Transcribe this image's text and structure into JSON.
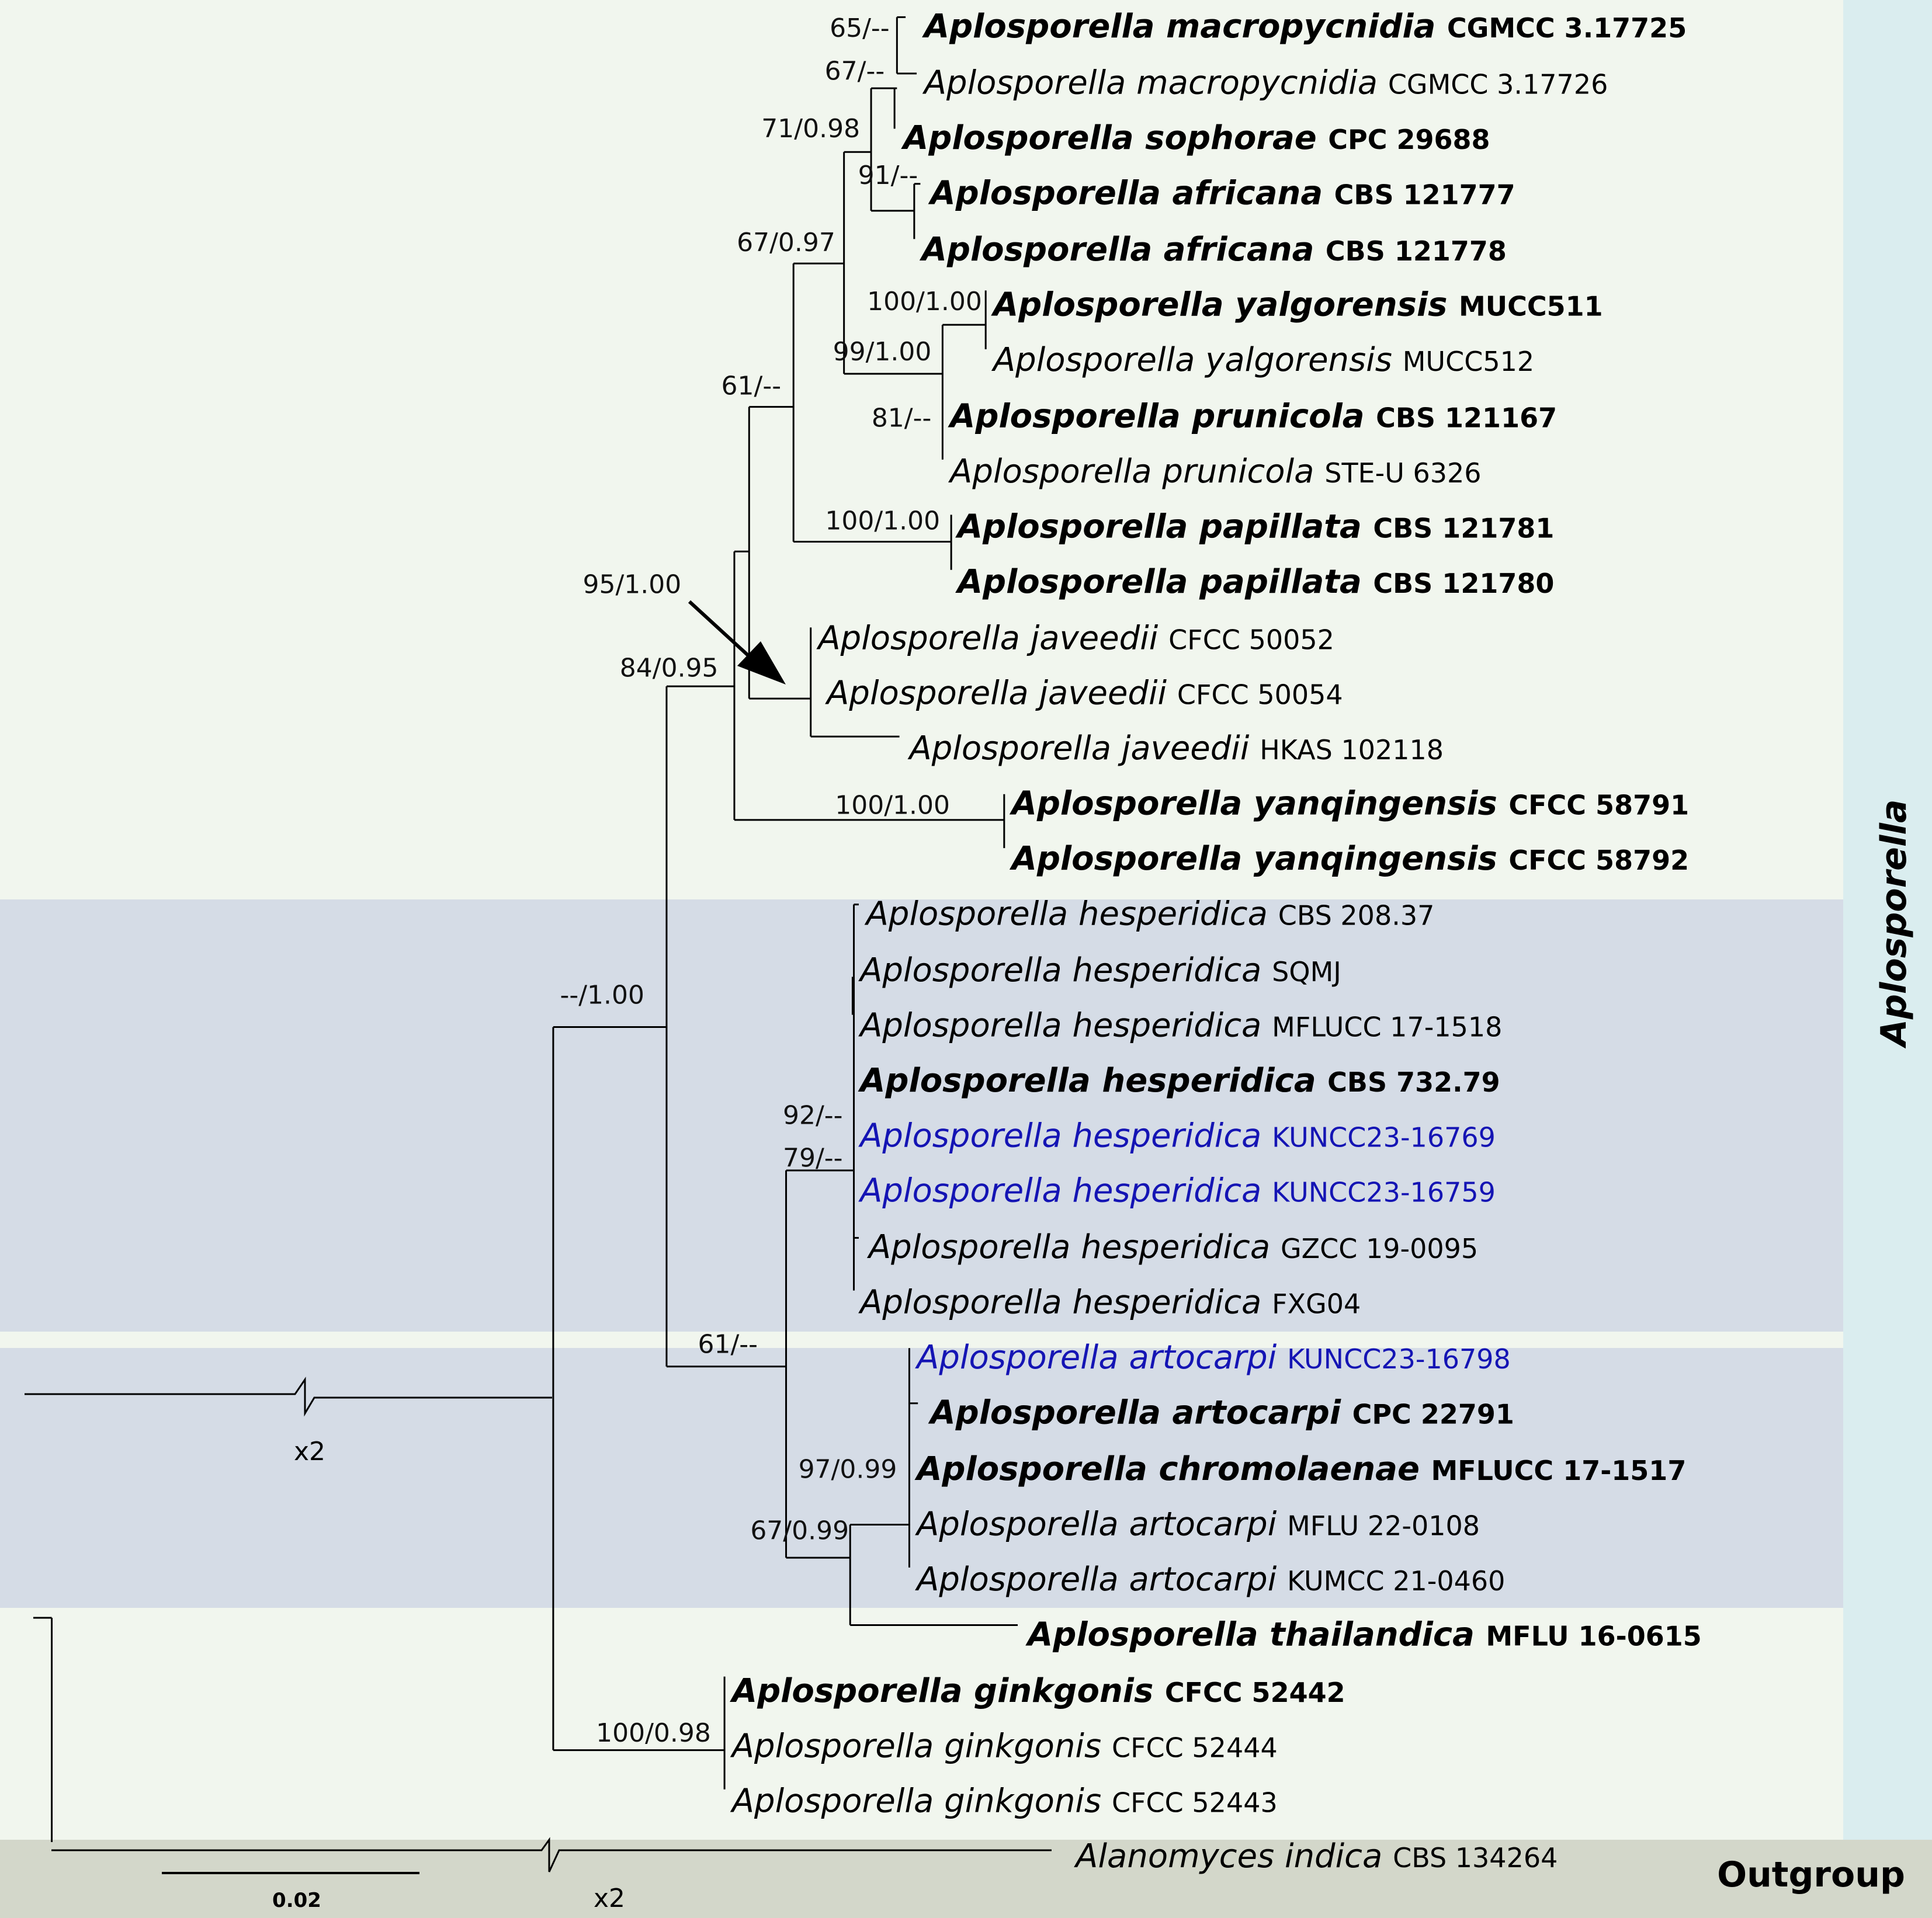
{
  "colors": {
    "background": "#F1F6EE",
    "band_blue": "#D5DCE6",
    "side_band": "#DAEDEF",
    "outgroup_band": "#D3D7CA",
    "new_isolate": "#1414B4",
    "branch": "#000000"
  },
  "groups": {
    "ingroup_label": "Aplosporella",
    "outgroup_label": "Outgroup"
  },
  "scale_bar": {
    "label": "0.02"
  },
  "break_marks": [
    {
      "label": "x2"
    },
    {
      "label": "x2"
    }
  ],
  "taxa": [
    {
      "genus": "Aplosporella",
      "epithet": "macropycnidia",
      "strain": "CGMCC 3.17725",
      "type": true,
      "new": false
    },
    {
      "genus": "Aplosporella",
      "epithet": "macropycnidia",
      "strain": "CGMCC 3.17726",
      "type": false,
      "new": false
    },
    {
      "genus": "Aplosporella",
      "epithet": "sophorae",
      "strain": "CPC 29688",
      "type": true,
      "new": false
    },
    {
      "genus": "Aplosporella",
      "epithet": "africana",
      "strain": "CBS 121777",
      "type": true,
      "new": false
    },
    {
      "genus": "Aplosporella",
      "epithet": "africana",
      "strain": "CBS 121778",
      "type": true,
      "new": false
    },
    {
      "genus": "Aplosporella",
      "epithet": "yalgorensis",
      "strain": "MUCC511",
      "type": true,
      "new": false
    },
    {
      "genus": "Aplosporella",
      "epithet": "yalgorensis",
      "strain": "MUCC512",
      "type": false,
      "new": false
    },
    {
      "genus": "Aplosporella",
      "epithet": "prunicola",
      "strain": "CBS 121167",
      "type": true,
      "new": false
    },
    {
      "genus": "Aplosporella",
      "epithet": "prunicola",
      "strain": "STE-U 6326",
      "type": false,
      "new": false
    },
    {
      "genus": "Aplosporella",
      "epithet": "papillata",
      "strain": "CBS 121781",
      "type": true,
      "new": false
    },
    {
      "genus": "Aplosporella",
      "epithet": "papillata",
      "strain": "CBS 121780",
      "type": true,
      "new": false
    },
    {
      "genus": "Aplosporella",
      "epithet": "javeedii",
      "strain": "CFCC 50052",
      "type": false,
      "new": false
    },
    {
      "genus": "Aplosporella",
      "epithet": "javeedii",
      "strain": "CFCC 50054",
      "type": false,
      "new": false
    },
    {
      "genus": "Aplosporella",
      "epithet": "javeedii",
      "strain": "HKAS 102118",
      "type": false,
      "new": false
    },
    {
      "genus": "Aplosporella",
      "epithet": "yanqingensis",
      "strain": "CFCC 58791",
      "type": true,
      "new": false
    },
    {
      "genus": "Aplosporella",
      "epithet": "yanqingensis",
      "strain": "CFCC 58792",
      "type": true,
      "new": false
    },
    {
      "genus": "Aplosporella",
      "epithet": "hesperidica",
      "strain": "CBS 208.37",
      "type": false,
      "new": false
    },
    {
      "genus": "Aplosporella",
      "epithet": "hesperidica",
      "strain": "SQMJ",
      "type": false,
      "new": false
    },
    {
      "genus": "Aplosporella",
      "epithet": "hesperidica",
      "strain": "MFLUCC 17-1518",
      "type": false,
      "new": false
    },
    {
      "genus": "Aplosporella",
      "epithet": "hesperidica",
      "strain": "CBS 732.79",
      "type": true,
      "new": false
    },
    {
      "genus": "Aplosporella",
      "epithet": "hesperidica",
      "strain": "KUNCC23-16769",
      "type": false,
      "new": true
    },
    {
      "genus": "Aplosporella",
      "epithet": "hesperidica",
      "strain": "KUNCC23-16759",
      "type": false,
      "new": true
    },
    {
      "genus": "Aplosporella",
      "epithet": "hesperidica",
      "strain": "GZCC 19-0095",
      "type": false,
      "new": false
    },
    {
      "genus": "Aplosporella",
      "epithet": "hesperidica",
      "strain": "FXG04",
      "type": false,
      "new": false
    },
    {
      "genus": "Aplosporella",
      "epithet": "artocarpi",
      "strain": "KUNCC23-16798",
      "type": false,
      "new": true
    },
    {
      "genus": "Aplosporella",
      "epithet": "artocarpi",
      "strain": "CPC 22791",
      "type": true,
      "new": false
    },
    {
      "genus": "Aplosporella",
      "epithet": "chromolaenae",
      "strain": "MFLUCC 17-1517",
      "type": true,
      "new": false
    },
    {
      "genus": "Aplosporella",
      "epithet": "artocarpi",
      "strain": "MFLU 22-0108",
      "type": false,
      "new": false
    },
    {
      "genus": "Aplosporella",
      "epithet": "artocarpi",
      "strain": "KUMCC 21-0460",
      "type": false,
      "new": false
    },
    {
      "genus": "Aplosporella",
      "epithet": "thailandica",
      "strain": "MFLU 16-0615",
      "type": true,
      "new": false
    },
    {
      "genus": "Aplosporella",
      "epithet": "ginkgonis",
      "strain": "CFCC 52442",
      "type": true,
      "new": false
    },
    {
      "genus": "Aplosporella",
      "epithet": "ginkgonis",
      "strain": "CFCC 52444",
      "type": false,
      "new": false
    },
    {
      "genus": "Aplosporella",
      "epithet": "ginkgonis",
      "strain": "CFCC 52443",
      "type": false,
      "new": false
    },
    {
      "genus": "Alanomyces",
      "epithet": "indica",
      "strain": "CBS 134264",
      "type": false,
      "new": false
    }
  ],
  "supports": [
    "65/--",
    "67/--",
    "71/0.98",
    "91/--",
    "67/0.97",
    "100/1.00",
    "99/1.00",
    "81/--",
    "61/--",
    "100/1.00",
    "95/1.00",
    "84/0.95",
    "100/1.00",
    "--/1.00",
    "92/--",
    "79/--",
    "61/--",
    "97/0.99",
    "67/0.99",
    "100/0.98"
  ]
}
